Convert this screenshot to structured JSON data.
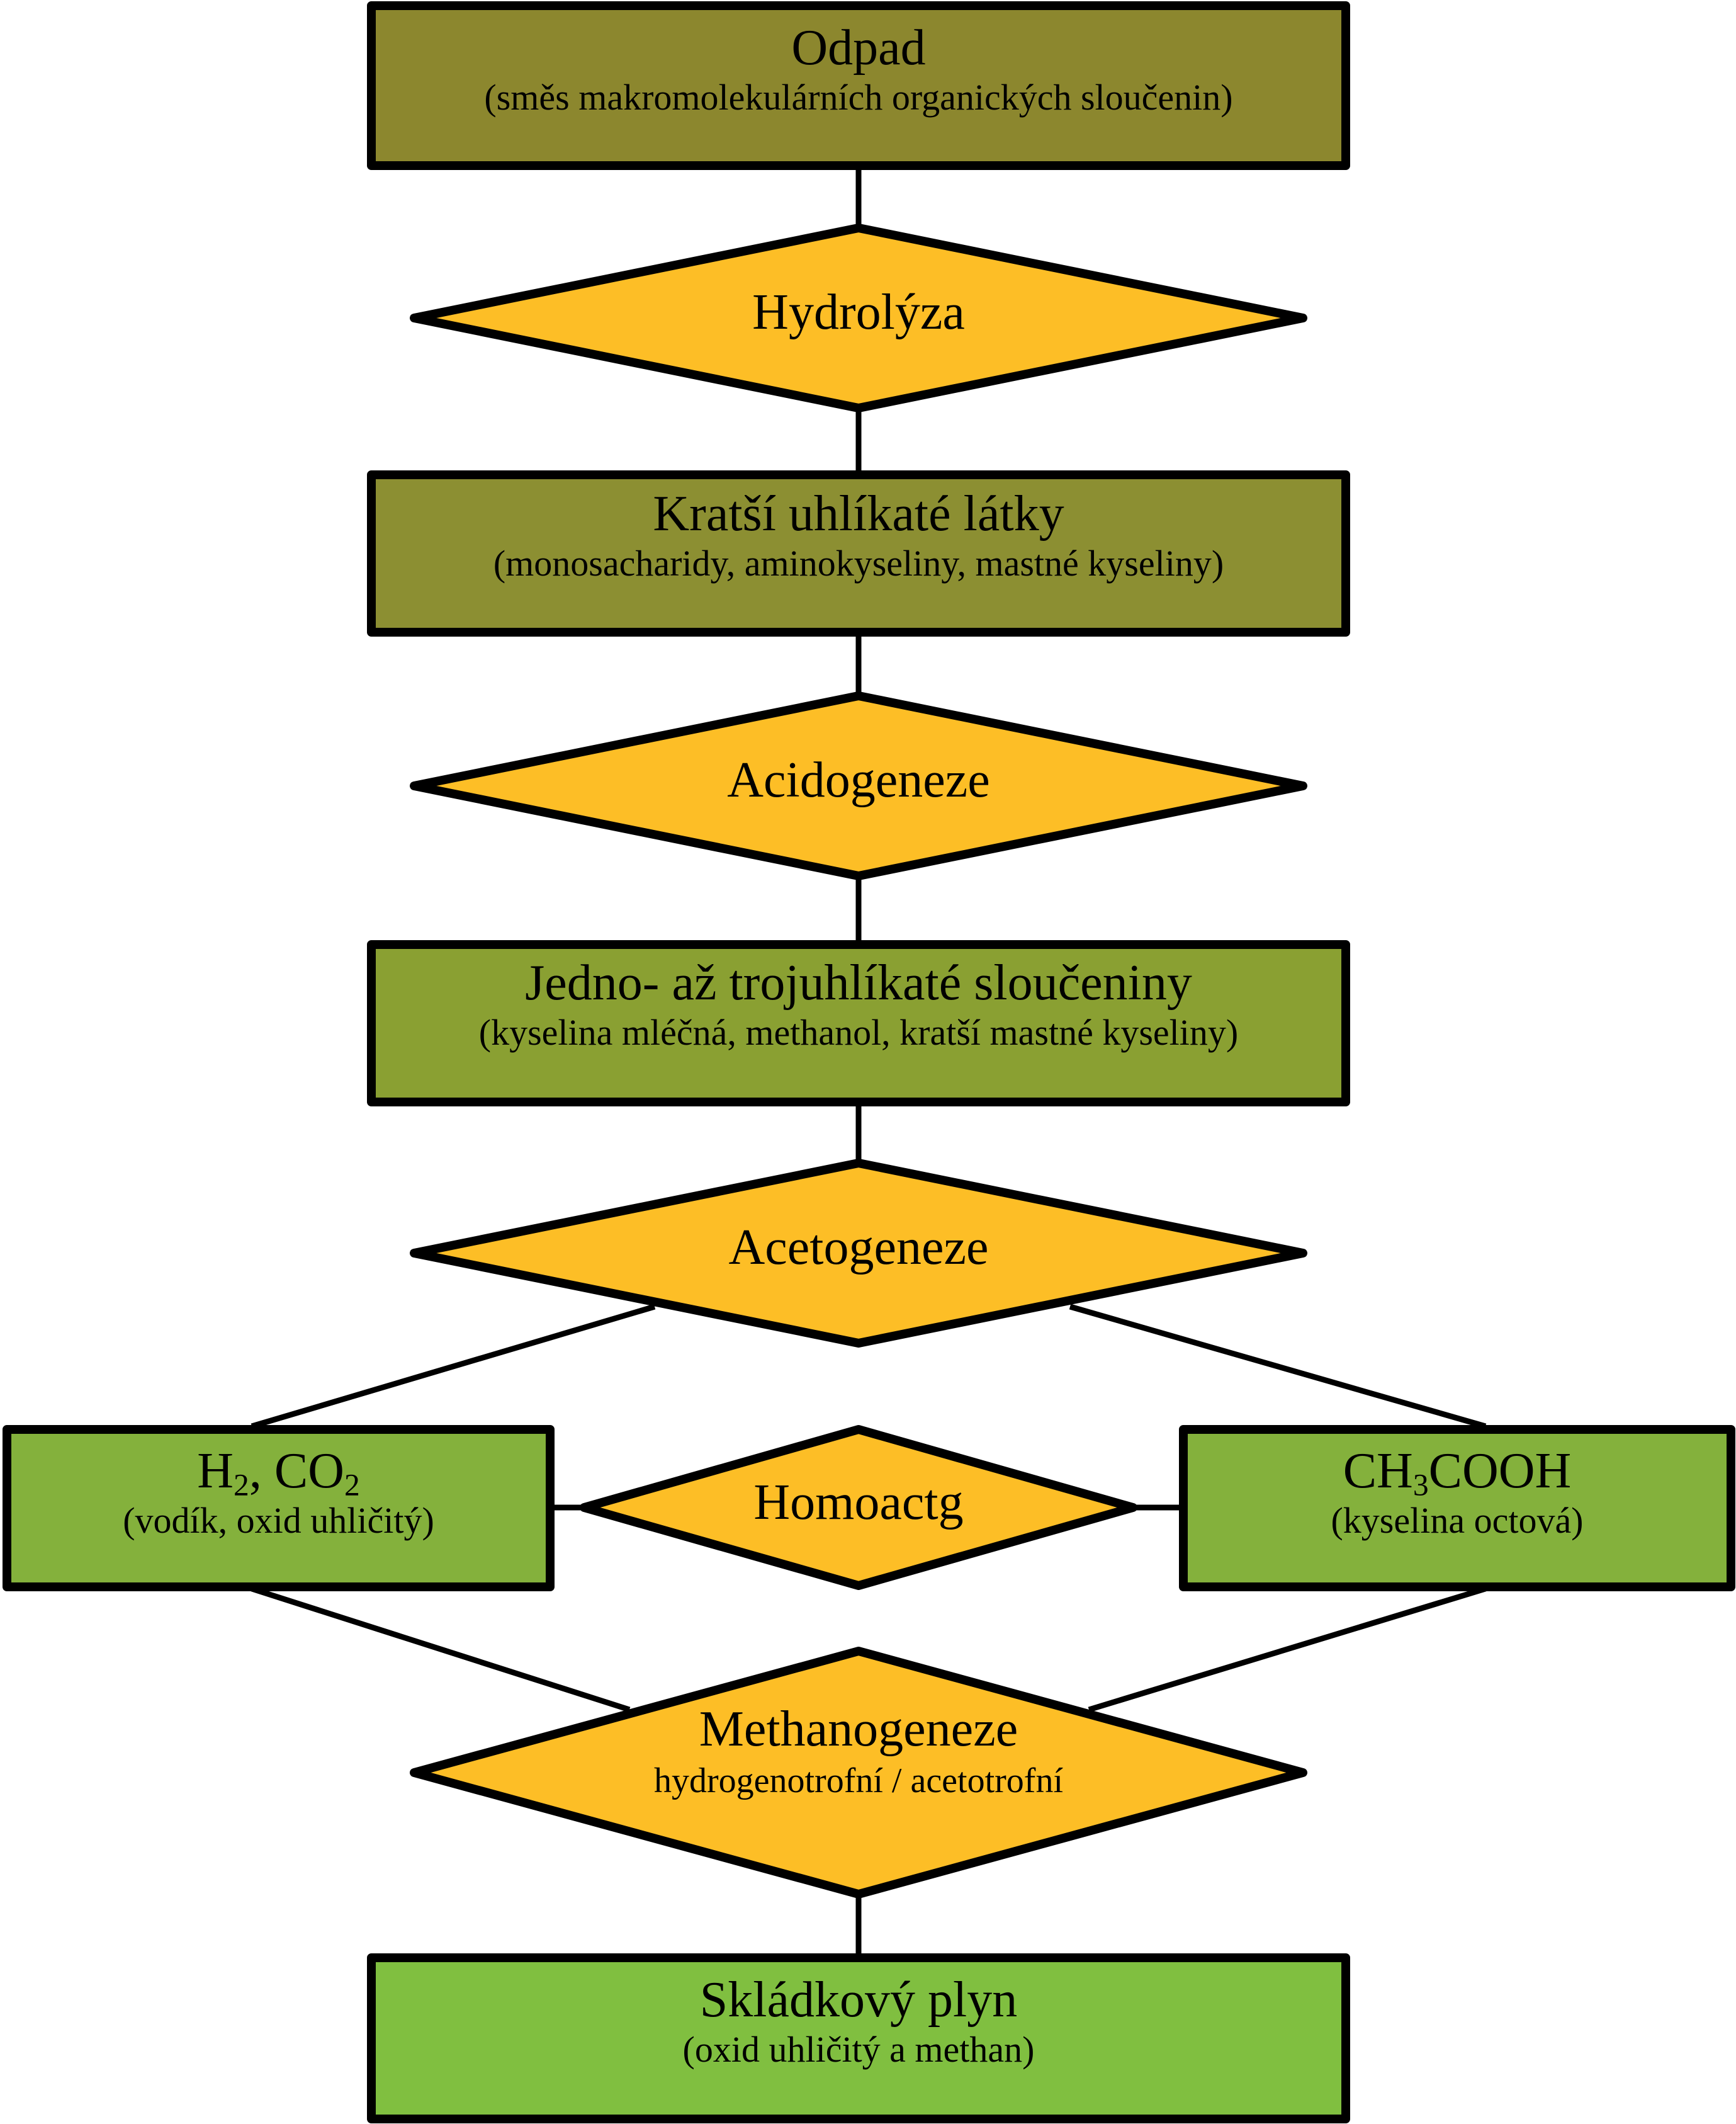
{
  "colors": {
    "box_dark": "#8c872e",
    "box_mid": "#8aa032",
    "box_green": "#84b13c",
    "box_light_green": "#80bf40",
    "diamond": "#fdbe26",
    "stroke": "#000000"
  },
  "nodes": {
    "odpad": {
      "title": "Odpad",
      "subtitle": "(směs makromolekulárních organických sloučenin)"
    },
    "hydrolyza": {
      "title": "Hydrolýza"
    },
    "kratsi": {
      "title": "Kratší uhlíkaté látky",
      "subtitle": "(monosacharidy, aminokyseliny, mastné kyseliny)"
    },
    "acidogeneze": {
      "title": "Acidogeneze"
    },
    "jedno": {
      "title": "Jedno- až trojuhlíkaté sloučeniny",
      "subtitle": "(kyselina mléčná, methanol, kratší mastné kyseliny)"
    },
    "acetogeneze": {
      "title": "Acetogeneze"
    },
    "h2co2": {
      "title_parts": [
        "H",
        "2",
        ", CO",
        "2"
      ],
      "subtitle": "(vodík, oxid uhličitý)"
    },
    "homoactg": {
      "title": "Homoactg"
    },
    "ch3cooh": {
      "title_parts": [
        "CH",
        "3",
        "COOH"
      ],
      "subtitle": "(kyselina octová)"
    },
    "methanogeneze": {
      "title": "Methanogeneze",
      "subtitle": "hydrogenotrofní / acetotrofní"
    },
    "skladkovy": {
      "title": "Skládkový plyn",
      "subtitle": "(oxid uhličitý a methan)"
    }
  }
}
